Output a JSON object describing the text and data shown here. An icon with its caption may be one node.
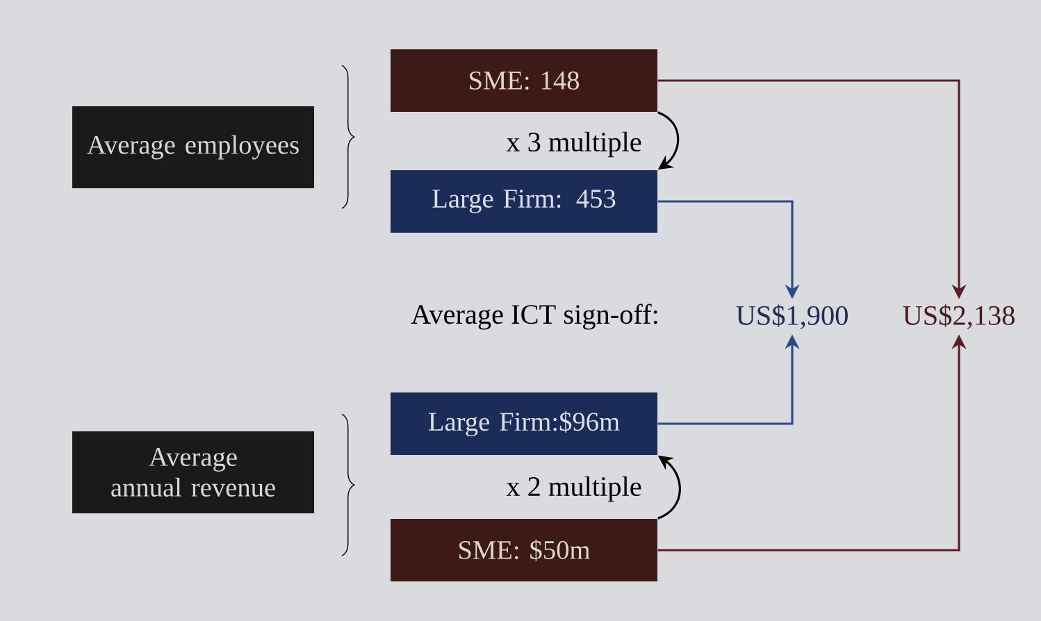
{
  "diagram": {
    "nodes": [
      {
        "text": [
          "Average employees"
        ]
      },
      {
        "text": [
          "SME: 148"
        ]
      },
      {
        "text": [
          "Large Firm: 453"
        ]
      },
      {
        "text": [
          "US$1,900"
        ]
      },
      {
        "text": [
          "US$2,138"
        ]
      },
      {
        "text": [
          "Average annual revenue"
        ]
      },
      {
        "text": [
          "Large Firm:$96m"
        ]
      },
      {
        "text": [
          "SME: $50m"
        ]
      }
    ],
    "edges": [
      {
        "from": 1,
        "to": 2,
        "arrow": "to",
        "label": "x 3 multiple"
      },
      {
        "from": 2,
        "to": 3,
        "arrow": "to",
        "color": "#2b4a8a"
      },
      {
        "from": 1,
        "to": 4,
        "arrow": "to",
        "color": "#5a1e24"
      },
      {
        "from": 7,
        "to": 6,
        "arrow": "to",
        "label": "x 2 multiple"
      },
      {
        "from": 6,
        "to": 3,
        "arrow": "to",
        "color": "#2b4a8a"
      },
      {
        "from": 7,
        "to": 4,
        "arrow": "to",
        "color": "#5a1e24"
      }
    ],
    "labels": [
      "Average ICT sign-off:"
    ]
  }
}
